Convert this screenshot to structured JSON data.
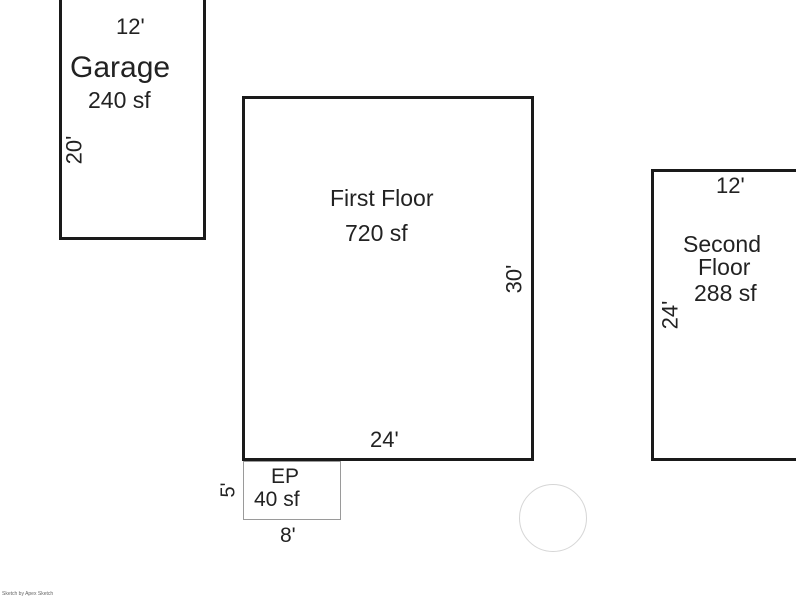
{
  "garage": {
    "name": "Garage",
    "area": "240 sf",
    "width": "12'",
    "depth": "20'"
  },
  "first_floor": {
    "name": "First Floor",
    "area": "720 sf",
    "width": "24'",
    "depth": "30'"
  },
  "second_floor": {
    "name_line1": "Second",
    "name_line2": "Floor",
    "area": "288 sf",
    "width": "12'",
    "depth": "24'"
  },
  "entry_porch": {
    "name": "EP",
    "area": "40 sf",
    "width": "8'",
    "depth": "5'"
  },
  "credit": "Sketch by Apex Sketch"
}
